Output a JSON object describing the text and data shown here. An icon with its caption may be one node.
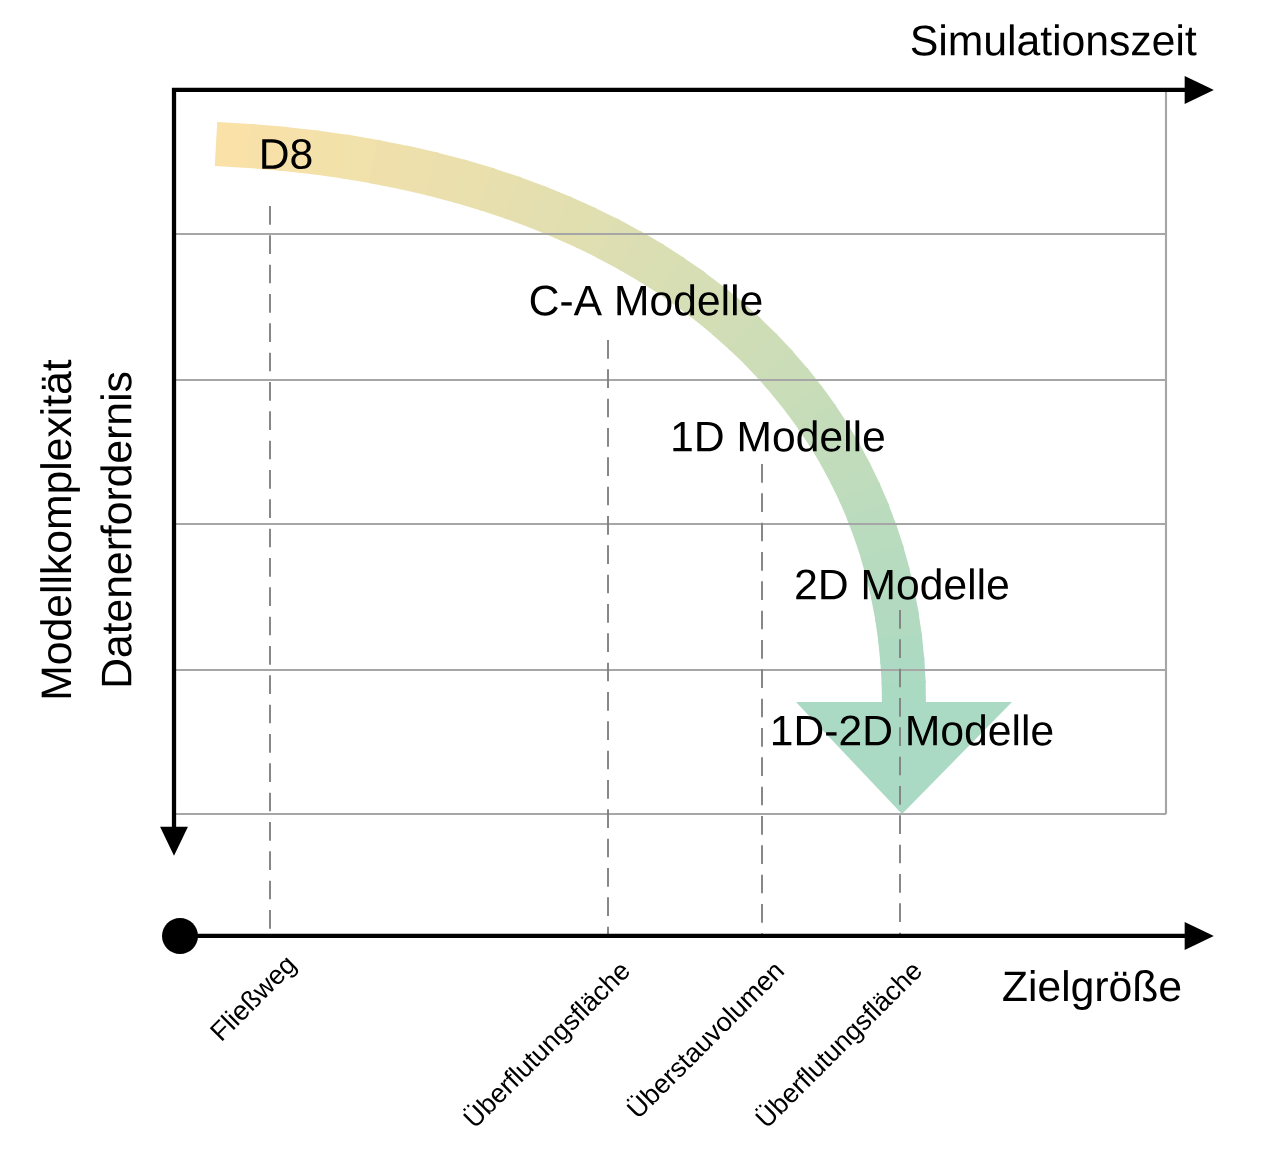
{
  "diagram": {
    "labels": [
      "Simulationszeit",
      "Modellkomplexität",
      "Datenerfordernis",
      "D8",
      "C-A Modelle",
      "1D Modelle",
      "2D Modelle",
      "1D-2D Modelle",
      "Fließweg",
      "Überflutungsfläche",
      "Überstauvolumen",
      "Überflutungsfläche",
      "Zielgröße"
    ]
  }
}
